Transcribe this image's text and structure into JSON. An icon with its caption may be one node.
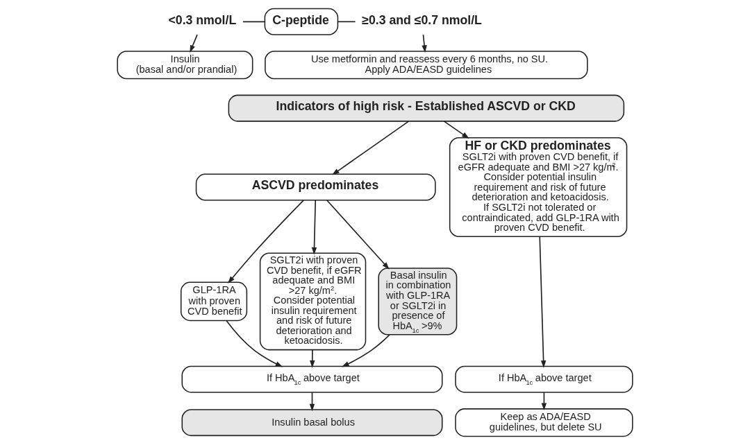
{
  "diagram": {
    "nodes": [
      {
        "text": [
          "<0.3 nmol/L"
        ]
      },
      {
        "text": [
          "C-peptide"
        ]
      },
      {
        "text": [
          "≥0.3 and ≤0.7 nmol/L"
        ]
      },
      {
        "text": [
          "Insulin (basal and/or prandial)"
        ]
      },
      {
        "text": [
          "Use metformin and reassess every 6 months, no SU. Apply ADA/EASD guidelines"
        ]
      },
      {
        "text": [
          "Indicators of high risk - Established ASCVD or CKD"
        ]
      },
      {
        "text": [
          "ASCVD predominates"
        ]
      },
      {
        "text": [
          "HF or CKD predominates",
          "SGLT2i with proven CVD benefit, if eGFR adequate and BMI >27 kg/m$^{2}$. Consider potential insulin requirement and risk of future deterioration and ketoacidosis. If SGLT2i not tolerated or contraindicated, add GLP-1RA with proven CVD benefit."
        ]
      },
      {
        "text": [
          "GLP-1RA with proven CVD benefit"
        ]
      },
      {
        "text": [
          "SGLT2i with proven CVD benefit, if eGFR adequate and BMI >27 kg/m$^{2}$. Consider potential insulin requirement and risk of future deterioration and ketoacidosis."
        ]
      },
      {
        "text": [
          "Basal insulin in combination with GLP-1RA or SGLT2i in presence of HbA$_{1c}$ >9%"
        ]
      },
      {
        "text": [
          "If HbA$_{1c}$ above target"
        ]
      },
      {
        "text": [
          "If HbA$_{1c}$ above target"
        ]
      },
      {
        "text": [
          "Insulin basal bolus"
        ]
      },
      {
        "text": [
          "Keep as ADA/EASD guidelines, but delete SU"
        ]
      }
    ],
    "edges": [
      {
        "from": 0,
        "to": 1,
        "arrow": "none"
      },
      {
        "from": 1,
        "to": 2,
        "arrow": "none"
      },
      {
        "from": 0,
        "to": 3,
        "arrow": "to"
      },
      {
        "from": 2,
        "to": 4,
        "arrow": "to"
      },
      {
        "from": 5,
        "to": 6,
        "arrow": "to"
      },
      {
        "from": 5,
        "to": 7,
        "arrow": "to"
      },
      {
        "from": 6,
        "to": 8,
        "arrow": "to"
      },
      {
        "from": 6,
        "to": 9,
        "arrow": "to"
      },
      {
        "from": 6,
        "to": 10,
        "arrow": "to"
      },
      {
        "from": 8,
        "to": 11,
        "arrow": "to"
      },
      {
        "from": 9,
        "to": 11,
        "arrow": "to"
      },
      {
        "from": 10,
        "to": 11,
        "arrow": "to"
      },
      {
        "from": 7,
        "to": 12,
        "arrow": "to"
      },
      {
        "from": 11,
        "to": 13,
        "arrow": "to"
      },
      {
        "from": 12,
        "to": 14,
        "arrow": "to"
      }
    ]
  }
}
